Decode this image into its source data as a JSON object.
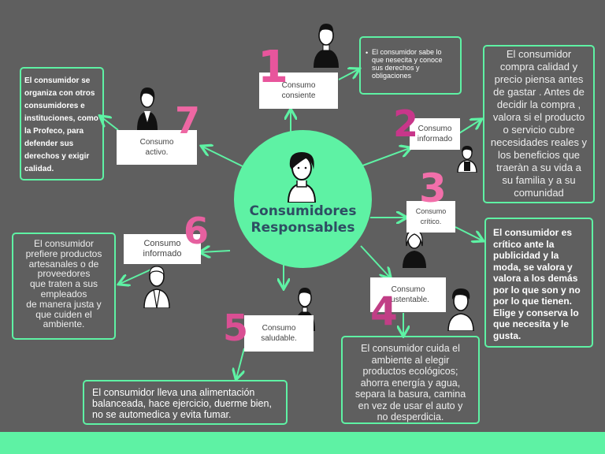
{
  "center": {
    "title_line1": "Consumidores",
    "title_line2": "Responsables"
  },
  "labels": {
    "l1": "Consumo\nconsiente",
    "l2": "Consumo\ninformado",
    "l3": "Consumo\ncrítico.",
    "l4": "Consumo\nsustentable.",
    "l5": "Consumo\nsaludable.",
    "l6": "Consumo\ninformado",
    "l7": "Consumo\nactivo."
  },
  "numbers": {
    "n1": "1",
    "n2": "2",
    "n3": "3",
    "n4": "4",
    "n5": "5",
    "n6": "6",
    "n7": "7"
  },
  "descriptions": {
    "d1": "El consumidor sabe lo que nesecita y conoce sus derechos y obligaciones",
    "d2": "El consumidor\ncompra calidad y\nprecio piensa antes\nde gastar . Antes de\ndecidir la compra ,\nvalora si el producto\no servicio cubre\nnecesidades reales y\nlos beneficios  que\ntraeràn a su vida a\nsu familia y a su\ncomunidad",
    "d3": "El consumidor es crítico ante la publicidad y la moda, se valora y valora a los demás por lo que son y no por lo que tienen. Elige y conserva lo que necesita y le gusta.",
    "d4": "El consumidor cuida el\nambiente al elegir\nproductos ecológicos;\nahorra energía y agua,\nsepara la basura, camina\nen vez de usar el auto y\nno desperdicia.",
    "d5": "El consumidor lleva una alimentación balanceada, hace ejercicio, duerme bien, no se automedica y evita fumar.",
    "d6": "El consumidor\nprefiere productos\nartesanales o de\nproveedores\nque traten a sus\nempleados\nde manera justa y\nque cuiden el\nambiente.",
    "d7": "El consumidor se organiza con otros consumidores e instituciones, como la Profeco, para defender sus derechos y exigir calidad."
  },
  "colors": {
    "accent": "#5ef2a4",
    "background": "#5f5f5f",
    "title": "#2e4e63"
  }
}
